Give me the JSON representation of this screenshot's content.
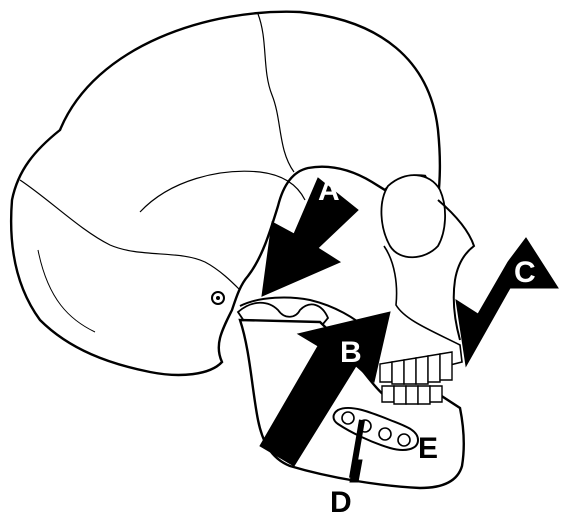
{
  "labels": {
    "a": "A",
    "b": "B",
    "c": "C",
    "d": "D",
    "e": "E"
  },
  "colors": {
    "ink": "#000000",
    "paper": "#ffffff"
  }
}
